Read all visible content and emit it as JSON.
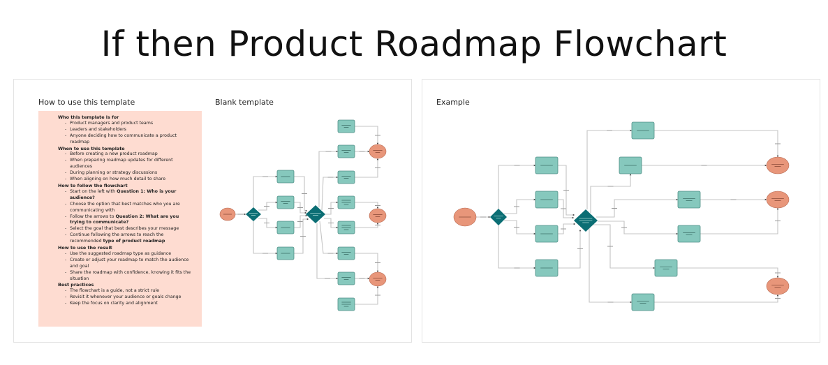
{
  "page": {
    "title": "If then Product Roadmap Flowchart"
  },
  "left_board": {
    "how_to_label": "How to use this template",
    "blank_label": "Blank template",
    "notes": [
      {
        "heading": "Who this template is for",
        "items": [
          [
            {
              "t": "Product managers and product teams"
            }
          ],
          [
            {
              "t": "Leaders and stakeholders"
            }
          ],
          [
            {
              "t": "Anyone deciding how to communicate a product roadmap"
            }
          ]
        ]
      },
      {
        "heading": "When to use this template",
        "items": [
          [
            {
              "t": "Before creating a new product roadmap"
            }
          ],
          [
            {
              "t": "When preparing roadmap updates for different audiences"
            }
          ],
          [
            {
              "t": "During planning or strategy discussions"
            }
          ],
          [
            {
              "t": "When aligning on how much detail to share"
            }
          ]
        ]
      },
      {
        "heading": "How to follow the flowchart",
        "items": [
          [
            {
              "t": "Start on the left with "
            },
            {
              "t": "Question 1: Who is your audience?",
              "b": true
            }
          ],
          [
            {
              "t": "Choose the option that best matches who you are communicating with"
            }
          ],
          [
            {
              "t": "Follow the arrows to "
            },
            {
              "t": "Question 2: What are you trying to communicate?",
              "b": true
            }
          ],
          [
            {
              "t": "Select the goal that best describes your message"
            }
          ],
          [
            {
              "t": "Continue following the arrows to reach the recommended "
            },
            {
              "t": "type of product roadmap",
              "b": true
            }
          ]
        ]
      },
      {
        "heading": "How to use the result",
        "items": [
          [
            {
              "t": "Use the suggested roadmap type as guidance"
            }
          ],
          [
            {
              "t": "Create or adjust your roadmap to match the audience and goal"
            }
          ],
          [
            {
              "t": "Share the roadmap with confidence, knowing it fits the situation"
            }
          ]
        ]
      },
      {
        "heading": "Best practices",
        "items": [
          [
            {
              "t": "The flowchart is a guide, not a strict rule"
            }
          ],
          [
            {
              "t": "Revisit it whenever your audience or goals change"
            }
          ],
          [
            {
              "t": "Keep the focus on clarity and alignment"
            }
          ]
        ]
      }
    ]
  },
  "right_board": {
    "example_label": "Example"
  },
  "colors": {
    "start_end_fill": "#e8967a",
    "start_end_stroke": "#b86a52",
    "decision_fill": "#0b6e74",
    "process_fill": "#86c8bd",
    "process_stroke": "#4f8f86",
    "connector": "#c4c4c4",
    "notes_bg": "#fedcd1"
  },
  "blank_flow": {
    "nodes": [
      {
        "id": "start",
        "kind": "terminal",
        "role": "start",
        "label_lines": 1
      },
      {
        "id": "q1",
        "kind": "decision",
        "role": "question-1",
        "label_lines": 2
      },
      {
        "id": "a1",
        "kind": "process",
        "role": "audience-option",
        "label_lines": 1
      },
      {
        "id": "a2",
        "kind": "process",
        "role": "audience-option",
        "label_lines": 2
      },
      {
        "id": "a3",
        "kind": "process",
        "role": "audience-option",
        "label_lines": 1
      },
      {
        "id": "a4",
        "kind": "process",
        "role": "audience-option",
        "label_lines": 1
      },
      {
        "id": "q2",
        "kind": "decision",
        "role": "question-2",
        "label_lines": 2
      },
      {
        "id": "g1",
        "kind": "process",
        "role": "goal-option",
        "label_lines": 2
      },
      {
        "id": "g2",
        "kind": "process",
        "role": "goal-option",
        "label_lines": 2
      },
      {
        "id": "g3",
        "kind": "process",
        "role": "goal-option",
        "label_lines": 2
      },
      {
        "id": "g4",
        "kind": "process",
        "role": "goal-option",
        "label_lines": 3
      },
      {
        "id": "g5",
        "kind": "process",
        "role": "goal-option",
        "label_lines": 3
      },
      {
        "id": "g6",
        "kind": "process",
        "role": "goal-option",
        "label_lines": 2
      },
      {
        "id": "g7",
        "kind": "process",
        "role": "goal-option",
        "label_lines": 2
      },
      {
        "id": "g8",
        "kind": "process",
        "role": "goal-option",
        "label_lines": 3
      },
      {
        "id": "r1",
        "kind": "terminal",
        "role": "roadmap-result",
        "label_lines": 2
      },
      {
        "id": "r2",
        "kind": "terminal",
        "role": "roadmap-result",
        "label_lines": 2
      },
      {
        "id": "r3",
        "kind": "terminal",
        "role": "roadmap-result",
        "label_lines": 2
      }
    ],
    "edges": [
      [
        "start",
        "q1"
      ],
      [
        "q1",
        "a1"
      ],
      [
        "q1",
        "a2"
      ],
      [
        "q1",
        "a3"
      ],
      [
        "q1",
        "a4"
      ],
      [
        "a1",
        "q2"
      ],
      [
        "a2",
        "q2"
      ],
      [
        "a3",
        "q2"
      ],
      [
        "a4",
        "q2"
      ],
      [
        "q2",
        "g2"
      ],
      [
        "q2",
        "g3"
      ],
      [
        "q2",
        "g4"
      ],
      [
        "q2",
        "g5"
      ],
      [
        "q2",
        "g6"
      ],
      [
        "q2",
        "g7"
      ],
      [
        "g1",
        "r1"
      ],
      [
        "g2",
        "r1"
      ],
      [
        "g3",
        "r1"
      ],
      [
        "g4",
        "r2"
      ],
      [
        "g5",
        "r2"
      ],
      [
        "g6",
        "r3"
      ],
      [
        "g7",
        "r3"
      ],
      [
        "g8",
        "r3"
      ]
    ]
  },
  "example_flow": {
    "nodes": [
      {
        "id": "start",
        "kind": "terminal",
        "role": "start",
        "label_lines": 1
      },
      {
        "id": "q1",
        "kind": "decision",
        "role": "question-1",
        "label_lines": 2
      },
      {
        "id": "a1",
        "kind": "process",
        "role": "audience-option",
        "label_lines": 1
      },
      {
        "id": "a2",
        "kind": "process",
        "role": "audience-option",
        "label_lines": 1
      },
      {
        "id": "a3",
        "kind": "process",
        "role": "audience-option",
        "label_lines": 1
      },
      {
        "id": "a4",
        "kind": "process",
        "role": "audience-option",
        "label_lines": 1
      },
      {
        "id": "q2",
        "kind": "decision",
        "role": "question-2",
        "label_lines": 3
      },
      {
        "id": "g1",
        "kind": "process",
        "role": "goal-option",
        "label_lines": 1
      },
      {
        "id": "g2",
        "kind": "process",
        "role": "goal-option",
        "label_lines": 1
      },
      {
        "id": "g3",
        "kind": "process",
        "role": "goal-option",
        "label_lines": 2
      },
      {
        "id": "g4",
        "kind": "process",
        "role": "goal-option",
        "label_lines": 2
      },
      {
        "id": "g5",
        "kind": "process",
        "role": "goal-option",
        "label_lines": 2
      },
      {
        "id": "g6",
        "kind": "process",
        "role": "goal-option",
        "label_lines": 2
      },
      {
        "id": "r1",
        "kind": "terminal",
        "role": "roadmap-result",
        "label_lines": 2
      },
      {
        "id": "r2",
        "kind": "terminal",
        "role": "roadmap-result",
        "label_lines": 2
      },
      {
        "id": "r3",
        "kind": "terminal",
        "role": "roadmap-result",
        "label_lines": 2
      }
    ],
    "edges": [
      [
        "start",
        "q1"
      ],
      [
        "q1",
        "a1"
      ],
      [
        "q1",
        "a2"
      ],
      [
        "q1",
        "a3"
      ],
      [
        "q1",
        "a4"
      ],
      [
        "a1",
        "q2"
      ],
      [
        "a2",
        "q2"
      ],
      [
        "a3",
        "q2"
      ],
      [
        "a4",
        "q2"
      ],
      [
        "q2",
        "g1"
      ],
      [
        "q2",
        "g2"
      ],
      [
        "q2",
        "g3"
      ],
      [
        "q2",
        "g4"
      ],
      [
        "q2",
        "g5"
      ],
      [
        "q2",
        "g6"
      ],
      [
        "g1",
        "r1"
      ],
      [
        "g2",
        "r1"
      ],
      [
        "g3",
        "r2"
      ],
      [
        "g4",
        "r2"
      ],
      [
        "g5",
        "r3"
      ],
      [
        "g6",
        "r3"
      ]
    ]
  }
}
